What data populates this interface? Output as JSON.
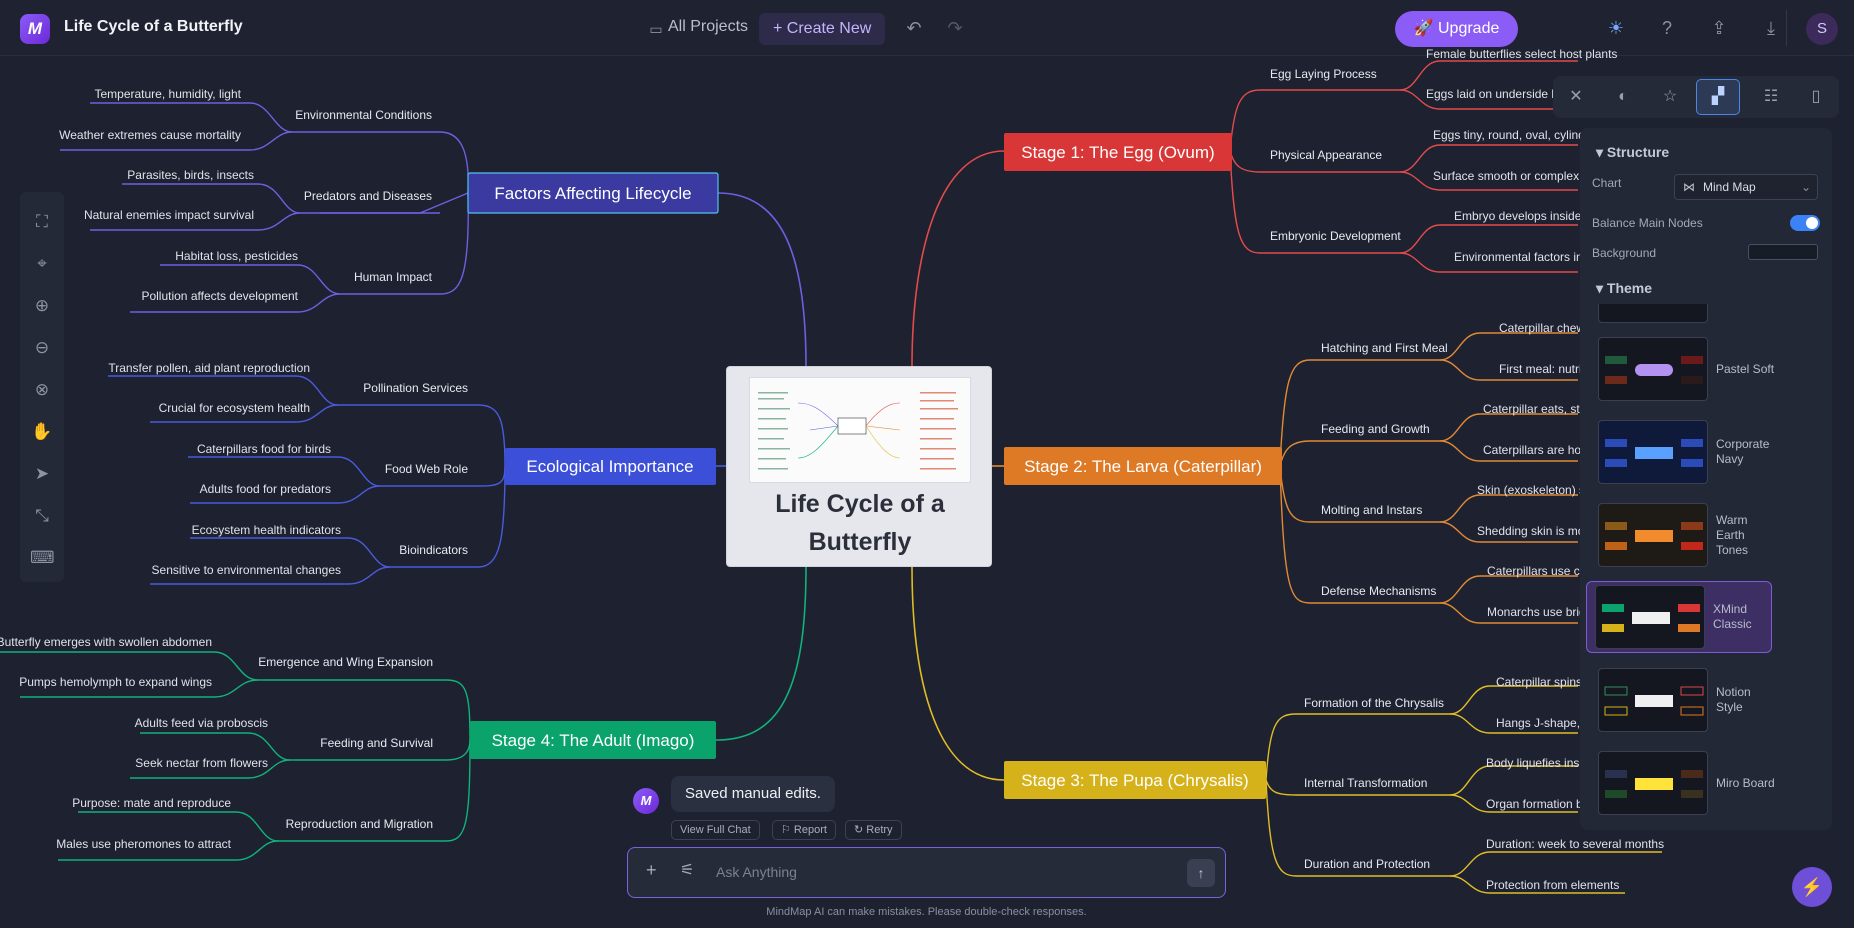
{
  "header": {
    "title": "Life Cycle of a Butterfly",
    "all_projects": "All Projects",
    "create_new": "+ Create New",
    "upgrade": "Upgrade",
    "avatar_letter": "S"
  },
  "mindmap": {
    "central": {
      "title_line1": "Life Cycle of a",
      "title_line2": "Butterfly"
    },
    "factors": {
      "label": "Factors Affecting Lifecycle",
      "subs": [
        {
          "label": "Environmental Conditions",
          "leaves": [
            "Temperature, humidity, light",
            "Weather extremes cause mortality"
          ]
        },
        {
          "label": "Predators and Diseases",
          "leaves": [
            "Parasites, birds, insects",
            "Natural enemies impact survival"
          ]
        },
        {
          "label": "Human Impact",
          "leaves": [
            "Habitat loss, pesticides",
            "Pollution affects development"
          ]
        }
      ]
    },
    "ecological": {
      "label": "Ecological Importance",
      "subs": [
        {
          "label": "Pollination Services",
          "leaves": [
            "Transfer pollen, aid plant reproduction",
            "Crucial for ecosystem health"
          ]
        },
        {
          "label": "Food Web Role",
          "leaves": [
            "Caterpillars food for birds",
            "Adults food for predators"
          ]
        },
        {
          "label": "Bioindicators",
          "leaves": [
            "Ecosystem health indicators",
            "Sensitive to environmental changes"
          ]
        }
      ]
    },
    "adult": {
      "label": "Stage 4: The Adult (Imago)",
      "subs": [
        {
          "label": "Emergence and Wing Expansion",
          "leaves": [
            "Butterfly emerges with swollen abdomen",
            "Pumps hemolymph to expand wings"
          ]
        },
        {
          "label": "Feeding and Survival",
          "leaves": [
            "Adults feed via proboscis",
            "Seek nectar from flowers"
          ]
        },
        {
          "label": "Reproduction and Migration",
          "leaves": [
            "Purpose: mate and reproduce",
            "Males use pheromones to attract"
          ]
        }
      ]
    },
    "egg": {
      "label": "Stage 1: The Egg (Ovum)",
      "subs": [
        {
          "label": "Egg Laying Process",
          "leaves": [
            "Female butterflies select host plants",
            "Eggs laid on underside lea"
          ]
        },
        {
          "label": "Physical Appearance",
          "leaves": [
            "Eggs tiny, round, oval, cylindri",
            "Surface smooth or complex p"
          ]
        },
        {
          "label": "Embryonic Development",
          "leaves": [
            "Embryo develops inside e",
            "Environmental factors in"
          ]
        }
      ]
    },
    "larva": {
      "label": "Stage 2: The Larva (Caterpillar)",
      "subs": [
        {
          "label": "Hatching and First Meal",
          "leaves": [
            "Caterpillar chew",
            "First meal: nutri"
          ]
        },
        {
          "label": "Feeding and Growth",
          "leaves": [
            "Caterpillar eats, sto",
            "Caterpillars are hos"
          ]
        },
        {
          "label": "Molting and Instars",
          "leaves": [
            "Skin (exoskeleton) s",
            "Shedding skin is mol"
          ]
        },
        {
          "label": "Defense Mechanisms",
          "leaves": [
            "Caterpillars use ca",
            "Monarchs use brig"
          ]
        }
      ]
    },
    "pupa": {
      "label": "Stage 3: The Pupa (Chrysalis)",
      "subs": [
        {
          "label": "Formation of the Chrysalis",
          "leaves": [
            "Caterpillar spins",
            "Hangs J-shape, f"
          ]
        },
        {
          "label": "Internal Transformation",
          "leaves": [
            "Body liquefies insi",
            "Organ formation b"
          ]
        },
        {
          "label": "Duration and Protection",
          "leaves": [
            "Duration: week to several months",
            "Protection from elements"
          ]
        }
      ]
    }
  },
  "panel": {
    "structure_heading": "Structure",
    "chart_label": "Chart",
    "chart_value": "Mind Map",
    "balance_label": "Balance Main Nodes",
    "balance_on": true,
    "background_label": "Background",
    "theme_heading": "Theme",
    "themes": [
      {
        "name": "Pastel Soft"
      },
      {
        "name": "Corporate Navy"
      },
      {
        "name": "Warm Earth Tones"
      },
      {
        "name": "XMind Classic",
        "selected": true
      },
      {
        "name": "Notion Style"
      },
      {
        "name": "Miro Board"
      }
    ]
  },
  "chat": {
    "message": "Saved manual edits.",
    "view_full_chat": "View Full Chat",
    "report": "Report",
    "retry": "Retry",
    "placeholder": "Ask Anything",
    "disclaimer": "MindMap AI can make mistakes. Please double-check responses."
  },
  "colors": {
    "factors": "#3a3aa0",
    "ecological": "#3b4fd8",
    "adult": "#0aa36b",
    "egg": "#d93737",
    "larva": "#de7a26",
    "pupa": "#d6b21a",
    "accent": "#8b5cf6"
  }
}
